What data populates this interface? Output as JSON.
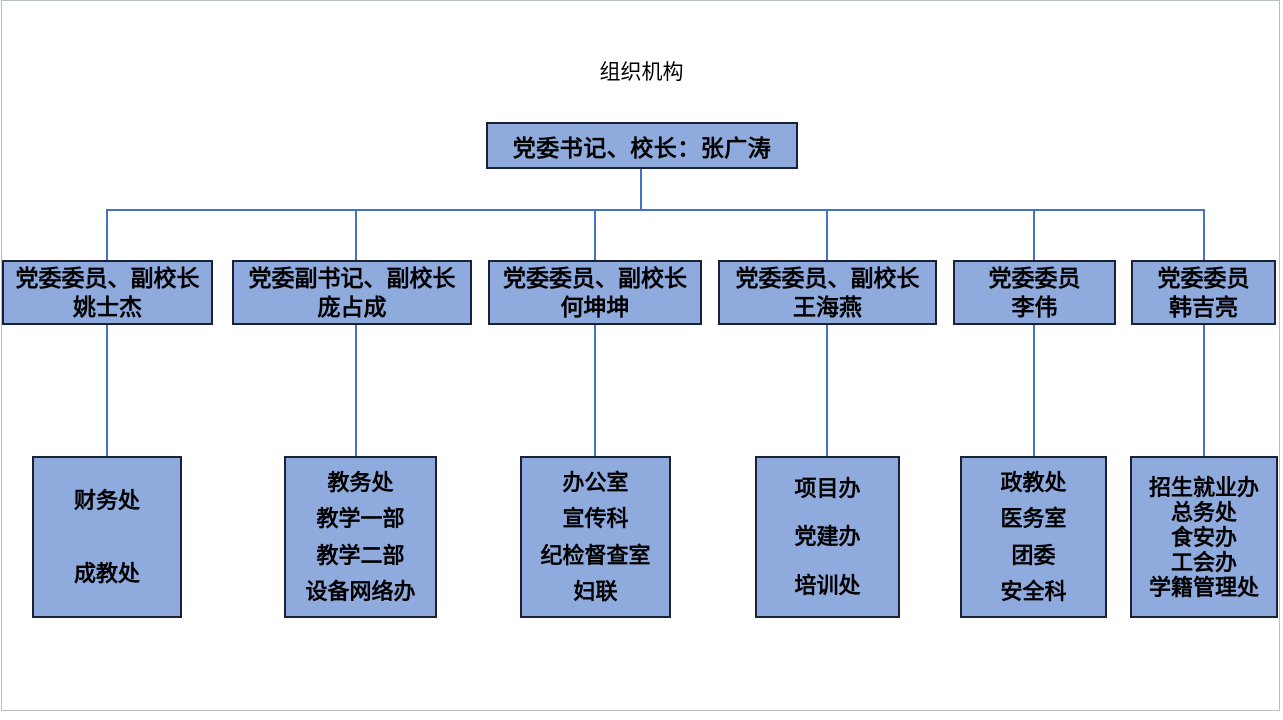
{
  "title": "组织机构",
  "root": {
    "label": "党委书记、校长：张广涛"
  },
  "leaders": [
    {
      "role": "党委委员、副校长",
      "name": "姚士杰",
      "departments": [
        "财务处",
        "成教处"
      ]
    },
    {
      "role": "党委副书记、副校长",
      "name": "庞占成",
      "departments": [
        "教务处",
        "教学一部",
        "教学二部",
        "设备网络办"
      ]
    },
    {
      "role": "党委委员、副校长",
      "name": "何坤坤",
      "departments": [
        "办公室",
        "宣传科",
        "纪检督查室",
        "妇联"
      ]
    },
    {
      "role": "党委委员、副校长",
      "name": "王海燕",
      "departments": [
        "项目办",
        "党建办",
        "培训处"
      ]
    },
    {
      "role": "党委委员",
      "name": "李伟",
      "departments": [
        "政教处",
        "医务室",
        "团委",
        "安全科"
      ]
    },
    {
      "role": "党委委员",
      "name": "韩吉亮",
      "departments": [
        "招生就业办",
        "总务处",
        "食安办",
        "工会办",
        "学籍管理处"
      ]
    }
  ],
  "colors": {
    "box_fill": "#8FAADC",
    "box_border": "#1B2233",
    "connector": "#4472C4",
    "slide_border": "#B7BFC1",
    "text": "#000000"
  }
}
